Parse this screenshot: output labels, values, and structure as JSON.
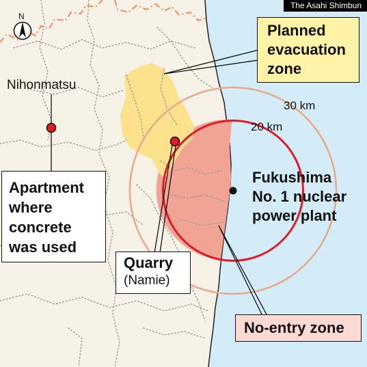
{
  "credit": "The Asahi Shimbun",
  "compass": {
    "letter": "N"
  },
  "labels": {
    "nihonmatsu": "Nihonmatsu",
    "ring_30": "30 km",
    "ring_20": "20 km"
  },
  "callouts": {
    "evacuation": {
      "lines": [
        "Planned",
        "evacuation",
        "zone"
      ]
    },
    "apartment": {
      "lines": [
        "Apartment",
        "where",
        "concrete",
        "was used"
      ]
    },
    "quarry": {
      "name": "Quarry",
      "sub": "(Namie)"
    },
    "plant": {
      "lines": [
        "Fukushima",
        "No. 1 nuclear",
        "power plant"
      ]
    },
    "no_entry": {
      "label": "No-entry zone"
    }
  },
  "colors": {
    "land": "#f7f2e8",
    "sea": "#d3ecf8",
    "evacuation_fill": "#fde28d",
    "no_entry_fill": "#f1a494",
    "ring_20": "#dd1c2a",
    "ring_30": "#e9a98c",
    "point": "#e11d1d",
    "prefecture_border": "#ef8a5b",
    "callout_yellow": "#fef3a6",
    "callout_pink": "#fcd9d2",
    "callout_white": "#ffffff"
  },
  "icons": [
    "compass-icon",
    "location-pin-icon",
    "nuclear-plant-icon"
  ]
}
